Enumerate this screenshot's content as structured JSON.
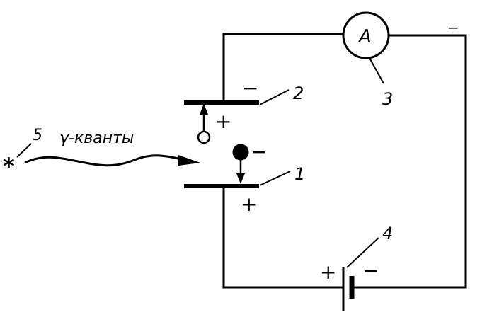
{
  "labels": {
    "source_number": "5",
    "gamma_label": "γ-кванты",
    "plate_top_number": "2",
    "plate_bottom_number": "1",
    "ammeter_number": "3",
    "battery_number": "4",
    "ammeter_symbol": "A",
    "plate_top_sign": "−",
    "plate_bottom_sign": "+",
    "ion_positive_sign": "+",
    "electron_sign": "−",
    "battery_plus": "+",
    "battery_minus": "−",
    "wire_minus": "−",
    "source_symbol": "*"
  }
}
